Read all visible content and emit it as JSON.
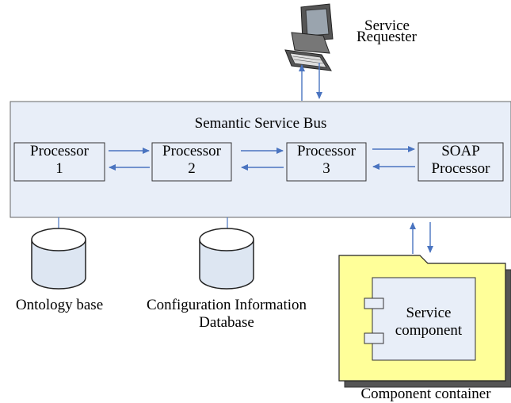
{
  "requester": {
    "line1": "Service",
    "line2": "Requester"
  },
  "bus": {
    "title": "Semantic Service Bus"
  },
  "processors": [
    {
      "line1": "Processor",
      "line2": "1"
    },
    {
      "line1": "Processor",
      "line2": "2"
    },
    {
      "line1": "Processor",
      "line2": "3"
    },
    {
      "line1": "SOAP",
      "line2": "Processor"
    }
  ],
  "databases": [
    {
      "label": "Ontology base",
      "label2": ""
    },
    {
      "label": "Configuration Information",
      "label2": "Database"
    }
  ],
  "container": {
    "component_line1": "Service",
    "component_line2": "component",
    "label": "Component container"
  },
  "colors": {
    "bus_fill": "#e8eef8",
    "arrow": "#4a74c0",
    "container_fill": "#ffff99",
    "component_fill": "#e8eef8",
    "db_fill": "#dde6f2"
  }
}
